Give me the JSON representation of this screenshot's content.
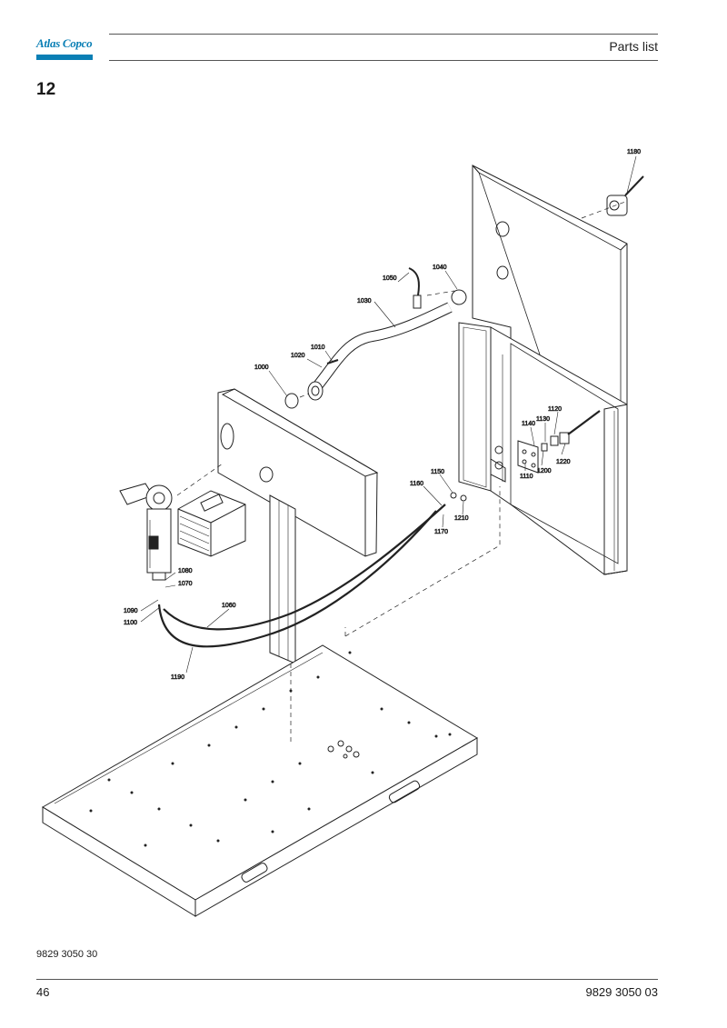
{
  "header": {
    "logo_text": "Atlas Copco",
    "title": "Parts list"
  },
  "section_number": "12",
  "callouts": [
    "1000",
    "1010",
    "1020",
    "1030",
    "1040",
    "1050",
    "1060",
    "1070",
    "1080",
    "1090",
    "1100",
    "1110",
    "1120",
    "1130",
    "1140",
    "1150",
    "1160",
    "1170",
    "1180",
    "1190",
    "1200",
    "1210",
    "1220"
  ],
  "footer": {
    "doc_code": "9829 3050 30",
    "page_number": "46",
    "document_number": "9829 3050 03"
  },
  "colors": {
    "brand": "#0a7fb5",
    "line": "#222222"
  }
}
